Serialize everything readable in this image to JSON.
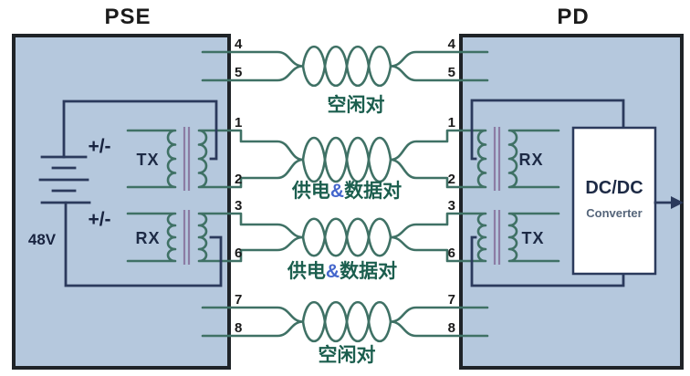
{
  "pse": {
    "title": "PSE",
    "polarity_top": "+/-",
    "polarity_bottom": "+/-",
    "voltage": "48V",
    "tx_label": "TX",
    "rx_label": "RX"
  },
  "pd": {
    "title": "PD",
    "rx_label": "RX",
    "tx_label": "TX",
    "dcdc_title": "DC/DC",
    "dcdc_subtitle": "Converter"
  },
  "pairs": [
    {
      "pse_pin_top": "4",
      "pse_pin_bottom": "5",
      "pd_pin_top": "4",
      "pd_pin_bottom": "5",
      "label_pre": "空闲对",
      "label_amp": "",
      "label_post": ""
    },
    {
      "pse_pin_top": "1",
      "pse_pin_bottom": "2",
      "pd_pin_top": "1",
      "pd_pin_bottom": "2",
      "label_pre": "供电",
      "label_amp": "&",
      "label_post": "数据对"
    },
    {
      "pse_pin_top": "3",
      "pse_pin_bottom": "6",
      "pd_pin_top": "3",
      "pd_pin_bottom": "6",
      "label_pre": "供电",
      "label_amp": "&",
      "label_post": "数据对"
    },
    {
      "pse_pin_top": "7",
      "pse_pin_bottom": "8",
      "pd_pin_top": "7",
      "pd_pin_bottom": "8",
      "label_pre": "空闲对",
      "label_amp": "",
      "label_post": ""
    }
  ],
  "colors": {
    "box_fill": "#b5c8dd",
    "box_border": "#1f2327",
    "wire_green": "#3f7165",
    "wire_navy": "#2b3a5c",
    "transformer_core": "#8c7ca4",
    "pair_label_green": "#1b5e4e",
    "ampersand_blue": "#4466cc",
    "dcdc_fill": "#ffffff"
  }
}
